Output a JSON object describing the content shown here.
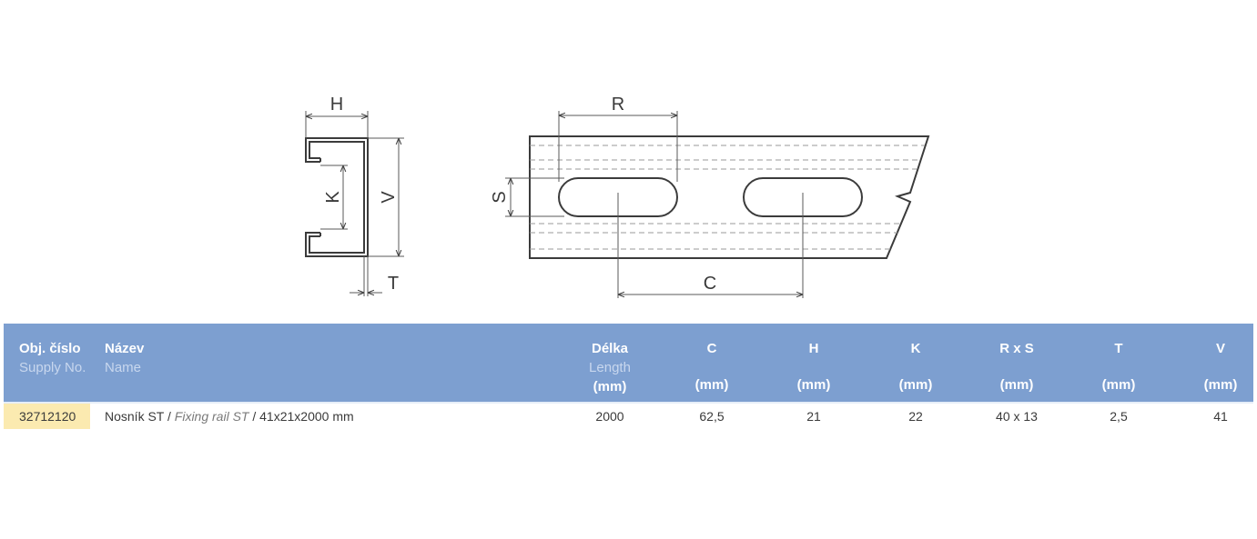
{
  "drawing_labels": {
    "h": "H",
    "k": "K",
    "v": "V",
    "t": "T",
    "r": "R",
    "s": "S",
    "c": "C"
  },
  "table": {
    "headers": {
      "supply_cz": "Obj. číslo",
      "supply_en": "Supply No.",
      "name_cz": "Název",
      "name_en": "Name",
      "length_cz": "Délka",
      "length_en": "Length",
      "length_unit": "(mm)",
      "c": "C",
      "c_unit": "(mm)",
      "h": "H",
      "h_unit": "(mm)",
      "k": "K",
      "k_unit": "(mm)",
      "rxs": "R x S",
      "rxs_unit": "(mm)",
      "t": "T",
      "t_unit": "(mm)",
      "v": "V",
      "v_unit": "(mm)"
    },
    "rows": [
      {
        "supply_no": "32712120",
        "name_cz": "Nosník ST / ",
        "name_en": "Fixing rail ST",
        "name_suffix": " / 41x21x2000 mm",
        "length": "2000",
        "c": "62,5",
        "h": "21",
        "k": "22",
        "rxs": "40 x 13",
        "t": "2,5",
        "v": "41"
      }
    ]
  },
  "colors": {
    "header_bg": "#7d9fd0",
    "supply_highlight": "#fbeab0"
  }
}
